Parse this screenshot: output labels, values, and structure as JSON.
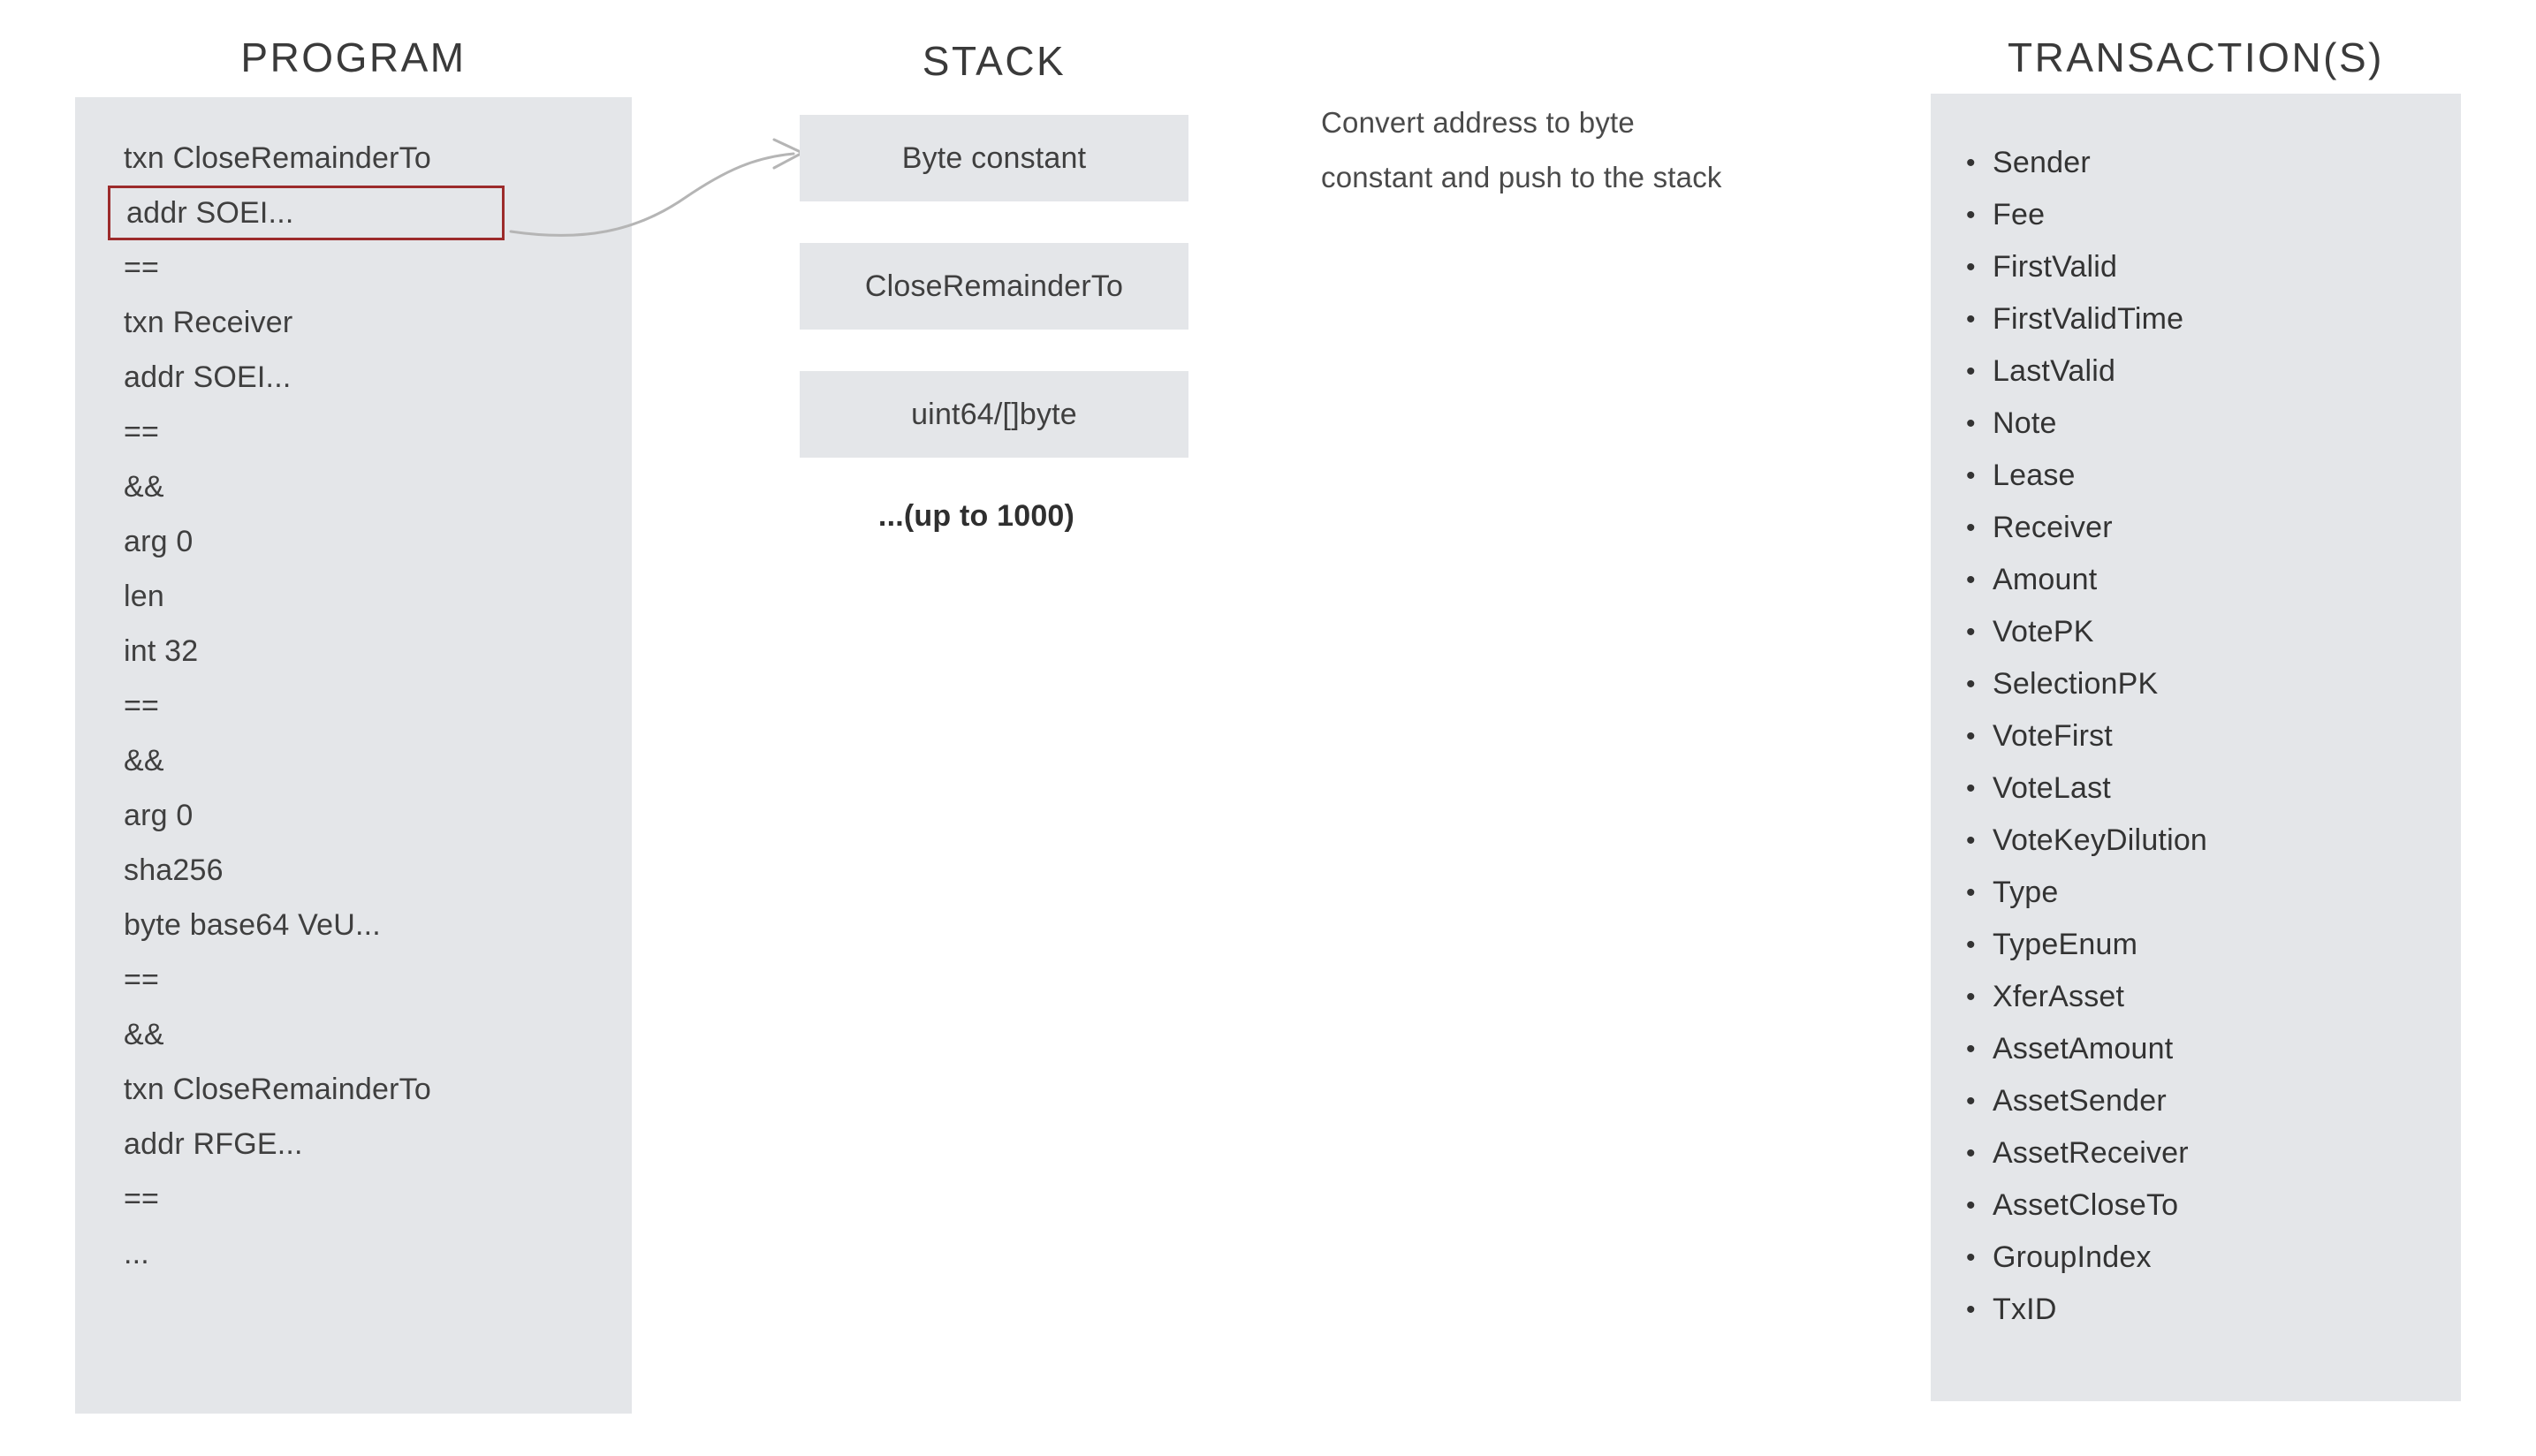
{
  "program": {
    "title": "PROGRAM",
    "highlighted_index": 1,
    "lines": [
      "txn CloseRemainderTo",
      "addr SOEI...",
      "==",
      "txn Receiver",
      "addr SOEI...",
      "==",
      "&&",
      "arg 0",
      "len",
      "int 32",
      "==",
      "&&",
      "arg 0",
      "sha256",
      "byte base64 VeU...",
      "==",
      "&&",
      "txn CloseRemainderTo",
      "addr RFGE...",
      "==",
      "..."
    ]
  },
  "stack": {
    "title": "STACK",
    "items": [
      "Byte constant",
      "CloseRemainderTo",
      "uint64/[]byte"
    ],
    "more_label": "...(up to 1000)"
  },
  "caption": {
    "lines": [
      "Convert address to byte",
      "constant and push to the stack"
    ]
  },
  "transactions": {
    "title": "TRANSACTION(S)",
    "bullet": "•",
    "fields": [
      "Sender",
      "Fee",
      "FirstValid",
      "FirstValidTime",
      "LastValid",
      "Note",
      "Lease",
      "Receiver",
      "Amount",
      "VotePK",
      "SelectionPK",
      "VoteFirst",
      "VoteLast",
      "VoteKeyDilution",
      "Type",
      "TypeEnum",
      "XferAsset",
      "AssetAmount",
      "AssetSender",
      "AssetReceiver",
      "AssetCloseTo",
      "GroupIndex",
      "TxID"
    ]
  },
  "colors": {
    "panel_background": "#e4e6e9",
    "page_background": "#ffffff",
    "highlight_border": "#9c2b2b",
    "text": "#3f3f3f",
    "arrow": "#b5b5b5"
  },
  "arrow": {
    "name": "flow-arrow-program-to-stack"
  }
}
